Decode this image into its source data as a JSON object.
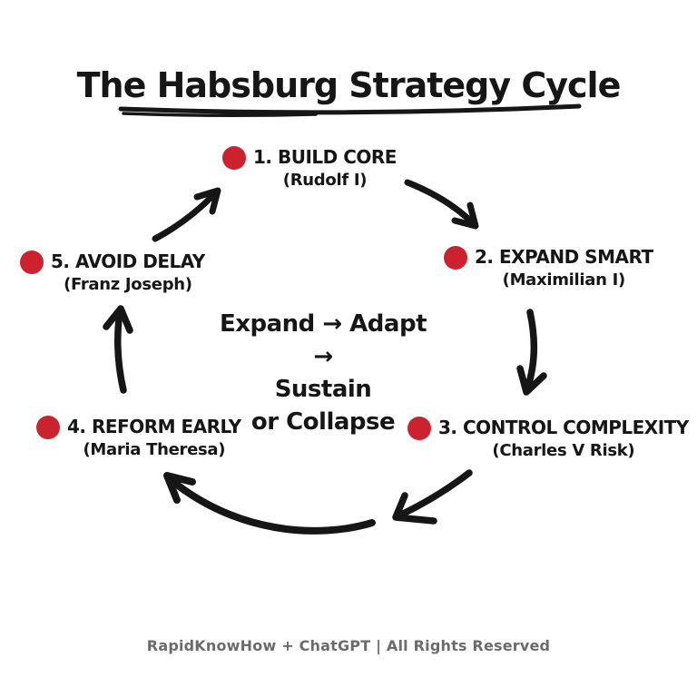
{
  "title": "The Habsburg Strategy Cycle",
  "nodes": [
    {
      "id": 1,
      "label": "1. BUILD CORE",
      "sublabel": "(Rudolf I)"
    },
    {
      "id": 2,
      "label": "2. EXPAND SMART",
      "sublabel": "(Maximilian I)"
    },
    {
      "id": 3,
      "label": "3. CONTROL COMPLEXITY",
      "sublabel": "(Charles V Risk)"
    },
    {
      "id": 4,
      "label": "4. REFORM EARLY",
      "sublabel": "(Maria Theresa)"
    },
    {
      "id": 5,
      "label": "5. AVOID DELAY",
      "sublabel": "(Franz Joseph)"
    }
  ],
  "center_text": {
    "line1": "Expand → Adapt →",
    "line2": "Sustain",
    "line3": "or Collapse"
  },
  "footer": "RapidKnowHow + ChatGPT | All Rights Reserved",
  "colors": {
    "dot": "#CB222E",
    "ink": "#161616",
    "footer_text": "#6B6B6B",
    "background": "#FFFFFF"
  }
}
